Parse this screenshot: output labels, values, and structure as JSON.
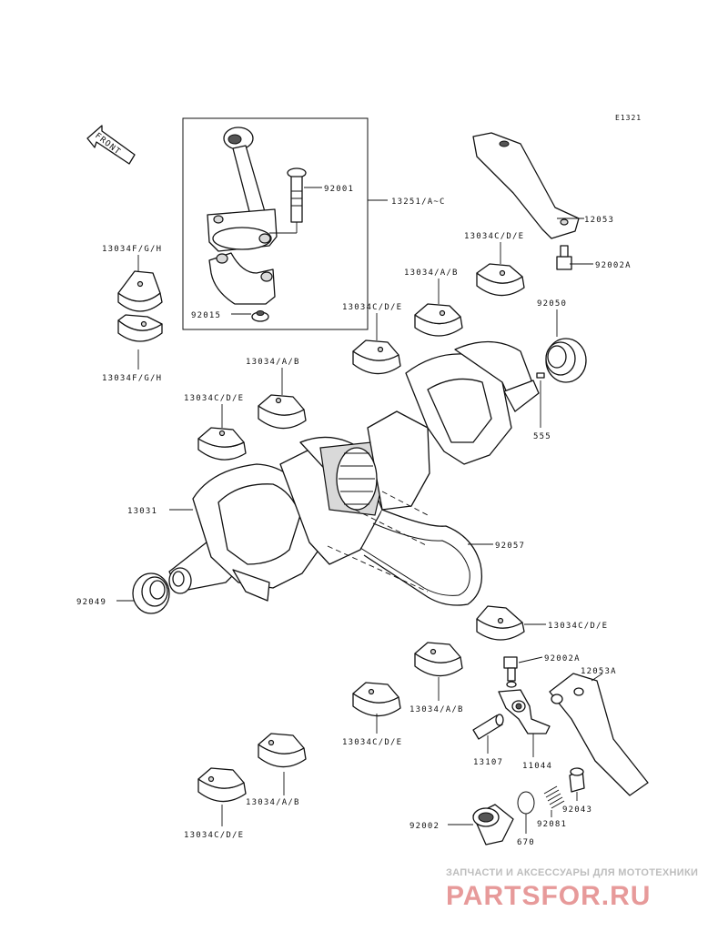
{
  "diagram_code": "E1321",
  "front_label": "FRONT",
  "labels": {
    "p92001": "92001",
    "p13251": "13251/A~C",
    "p12053": "12053",
    "p13034cde_top": "13034C/D/E",
    "p92002a_top": "92002A",
    "p13034fgh_top": "13034F/G/H",
    "p13034ab_1": "13034/A/B",
    "p92050": "92050",
    "p92015": "92015",
    "p13034cde_2": "13034C/D/E",
    "p13034fgh_bottom": "13034F/G/H",
    "p13034ab_2": "13034/A/B",
    "p13034cde_3": "13034C/D/E",
    "p555": "555",
    "p13031": "13031",
    "p92057": "92057",
    "p92049": "92049",
    "p13034cde_4": "13034C/D/E",
    "p92002a_bottom": "92002A",
    "p12053a": "12053A",
    "p13034ab_3": "13034/A/B",
    "p13034cde_5": "13034C/D/E",
    "p13107": "13107",
    "p11044": "11044",
    "p13034ab_4": "13034/A/B",
    "p92043": "92043",
    "p92002": "92002",
    "p92081": "92081",
    "p13034cde_6": "13034C/D/E",
    "p670": "670"
  },
  "watermark": {
    "caption": "ЗАПЧАСТИ И АКСЕССУАРЫ ДЛЯ МОТОТЕХНИКИ",
    "brand": "PARTSFOR.RU"
  }
}
